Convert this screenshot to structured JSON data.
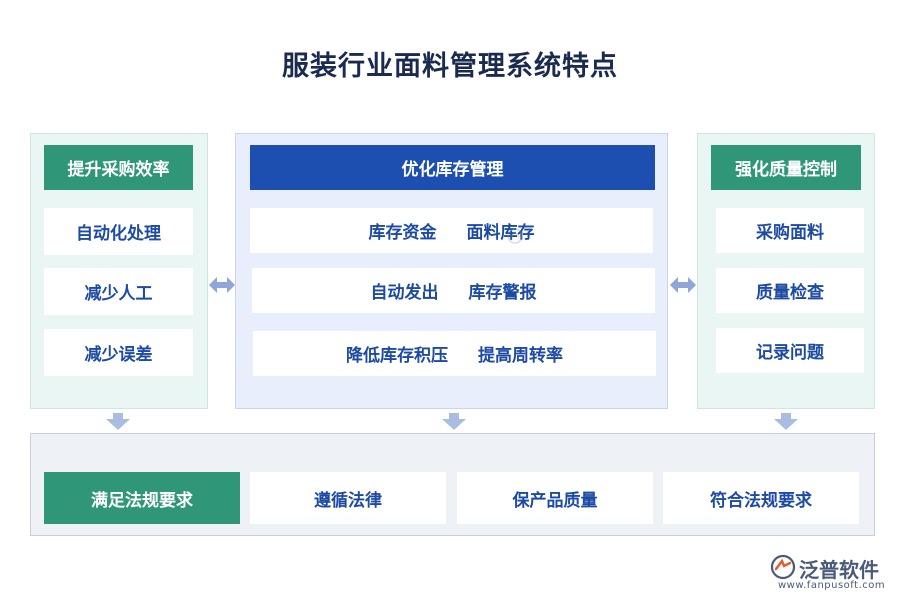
{
  "title": "服装行业面料管理系统特点",
  "left": {
    "header": "提升采购效率",
    "items": [
      "自动化处理",
      "减少人工",
      "减少误差"
    ]
  },
  "middle": {
    "header": "优化库存管理",
    "rows": [
      [
        "库存资金",
        "面料库存"
      ],
      [
        "自动发出",
        "库存警报"
      ],
      [
        "降低库存积压",
        "提高周转率"
      ]
    ]
  },
  "right": {
    "header": "强化质量控制",
    "items": [
      "采购面料",
      "质量检查",
      "记录问题"
    ]
  },
  "bottom": {
    "header": "满足法规要求",
    "items": [
      "遵循法律",
      "保产品质量",
      "符合法规要求"
    ]
  },
  "watermark": "泛普软件",
  "logo": {
    "name": "泛普软件",
    "url": "www.fanpusoft.com"
  },
  "colors": {
    "green": "#2f9678",
    "blue": "#1c4fb0",
    "text_blue": "#1d4aa3",
    "arrow": "#8fa6d6"
  }
}
